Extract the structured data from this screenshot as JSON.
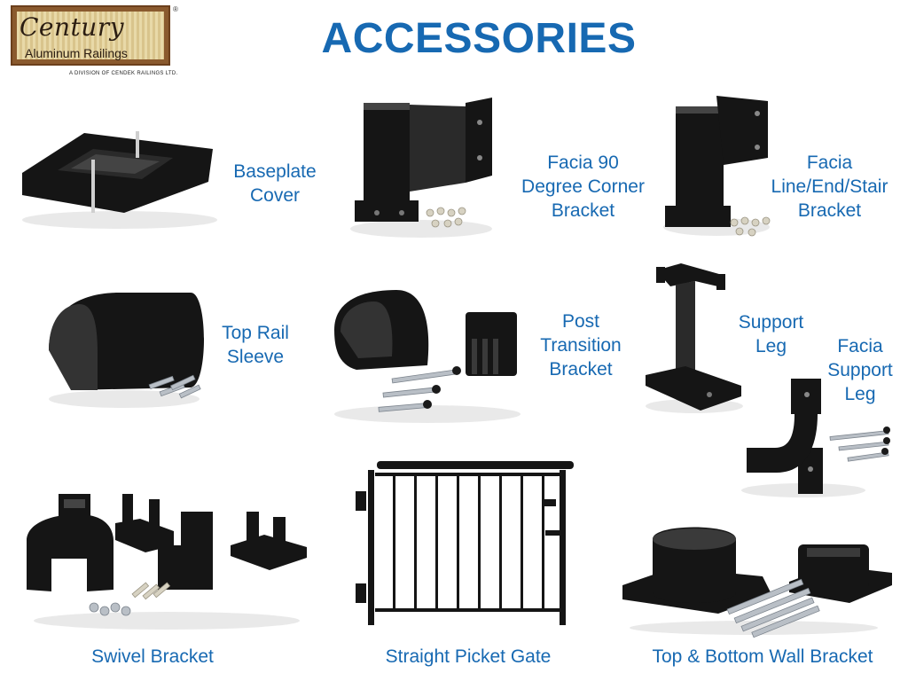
{
  "logo": {
    "brand_script": "Century",
    "brand_sub": "Aluminum Railings",
    "registered": "®",
    "division": "A DIVISION OF CENDEK RAILINGS LTD."
  },
  "title": "ACCESSORIES",
  "products": {
    "baseplate_cover": [
      "Baseplate",
      "Cover"
    ],
    "facia_90": [
      "Facia 90",
      "Degree Corner",
      "Bracket"
    ],
    "facia_line": [
      "Facia",
      "Line/End/Stair",
      "Bracket"
    ],
    "top_rail_sleeve": [
      "Top Rail",
      "Sleeve"
    ],
    "post_transition": [
      "Post",
      "Transition",
      "Bracket"
    ],
    "support_leg": [
      "Support",
      "Leg"
    ],
    "facia_support_leg": [
      "Facia",
      "Support",
      "Leg"
    ],
    "swivel_bracket": [
      "Swivel Bracket"
    ],
    "straight_picket_gate": [
      "Straight Picket Gate"
    ],
    "top_bottom_wall": [
      "Top & Bottom Wall Bracket"
    ]
  },
  "colors": {
    "accent": "#1769b2",
    "product": "#151515",
    "hardware": "#b9bfc6"
  }
}
